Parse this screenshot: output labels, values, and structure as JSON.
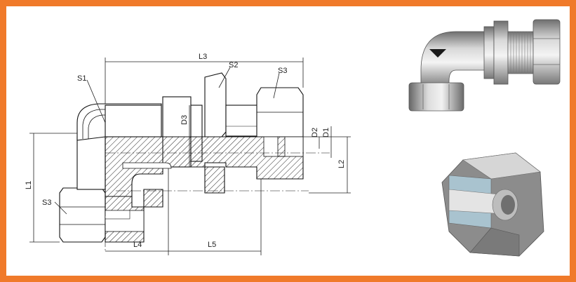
{
  "colors": {
    "frame": "#f07a2a",
    "logo": "#1a1a1a",
    "metal": "#9a9a9a"
  },
  "labels": {
    "L1": "L1",
    "L2": "L2",
    "L3": "L3",
    "L4": "L4",
    "L5": "L5",
    "S1": "S1",
    "S2": "S2",
    "S3_top": "S3",
    "S3_left": "S3",
    "D1": "D1",
    "D2": "D2",
    "D3": "D3"
  },
  "icons": {
    "logo": "v-logo-icon",
    "render_top": "elbow-fitting-render",
    "render_bottom": "nut-cutaway-render"
  }
}
